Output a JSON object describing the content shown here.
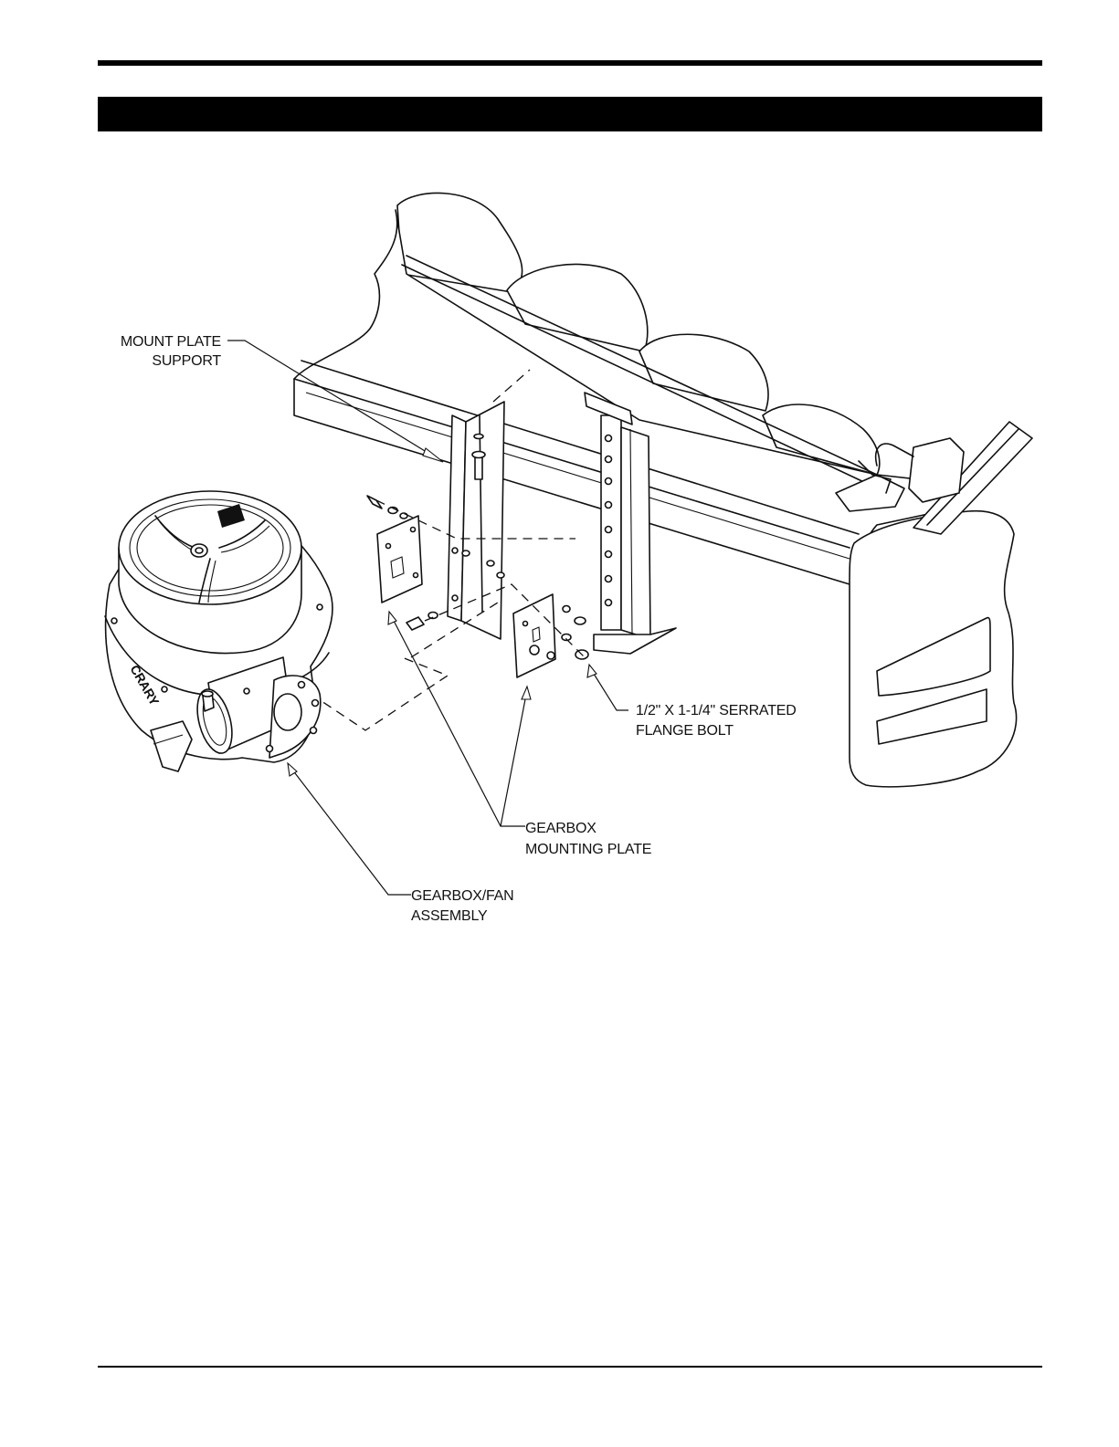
{
  "callouts": {
    "mount_plate_support_line1": "MOUNT PLATE",
    "mount_plate_support_line2": "SUPPORT",
    "flange_bolt_line1": "1/2\" X 1-1/4\" SERRATED",
    "flange_bolt_line2": "FLANGE BOLT",
    "gearbox_mounting_plate_line1": "GEARBOX",
    "gearbox_mounting_plate_line2": "MOUNTING PLATE",
    "gearbox_fan_assembly_line1": "GEARBOX/FAN",
    "gearbox_fan_assembly_line2": "ASSEMBLY"
  },
  "fan_housing_logo": "CRARY",
  "colors": {
    "ink": "#111111",
    "paper": "#ffffff",
    "bar": "#000000"
  }
}
